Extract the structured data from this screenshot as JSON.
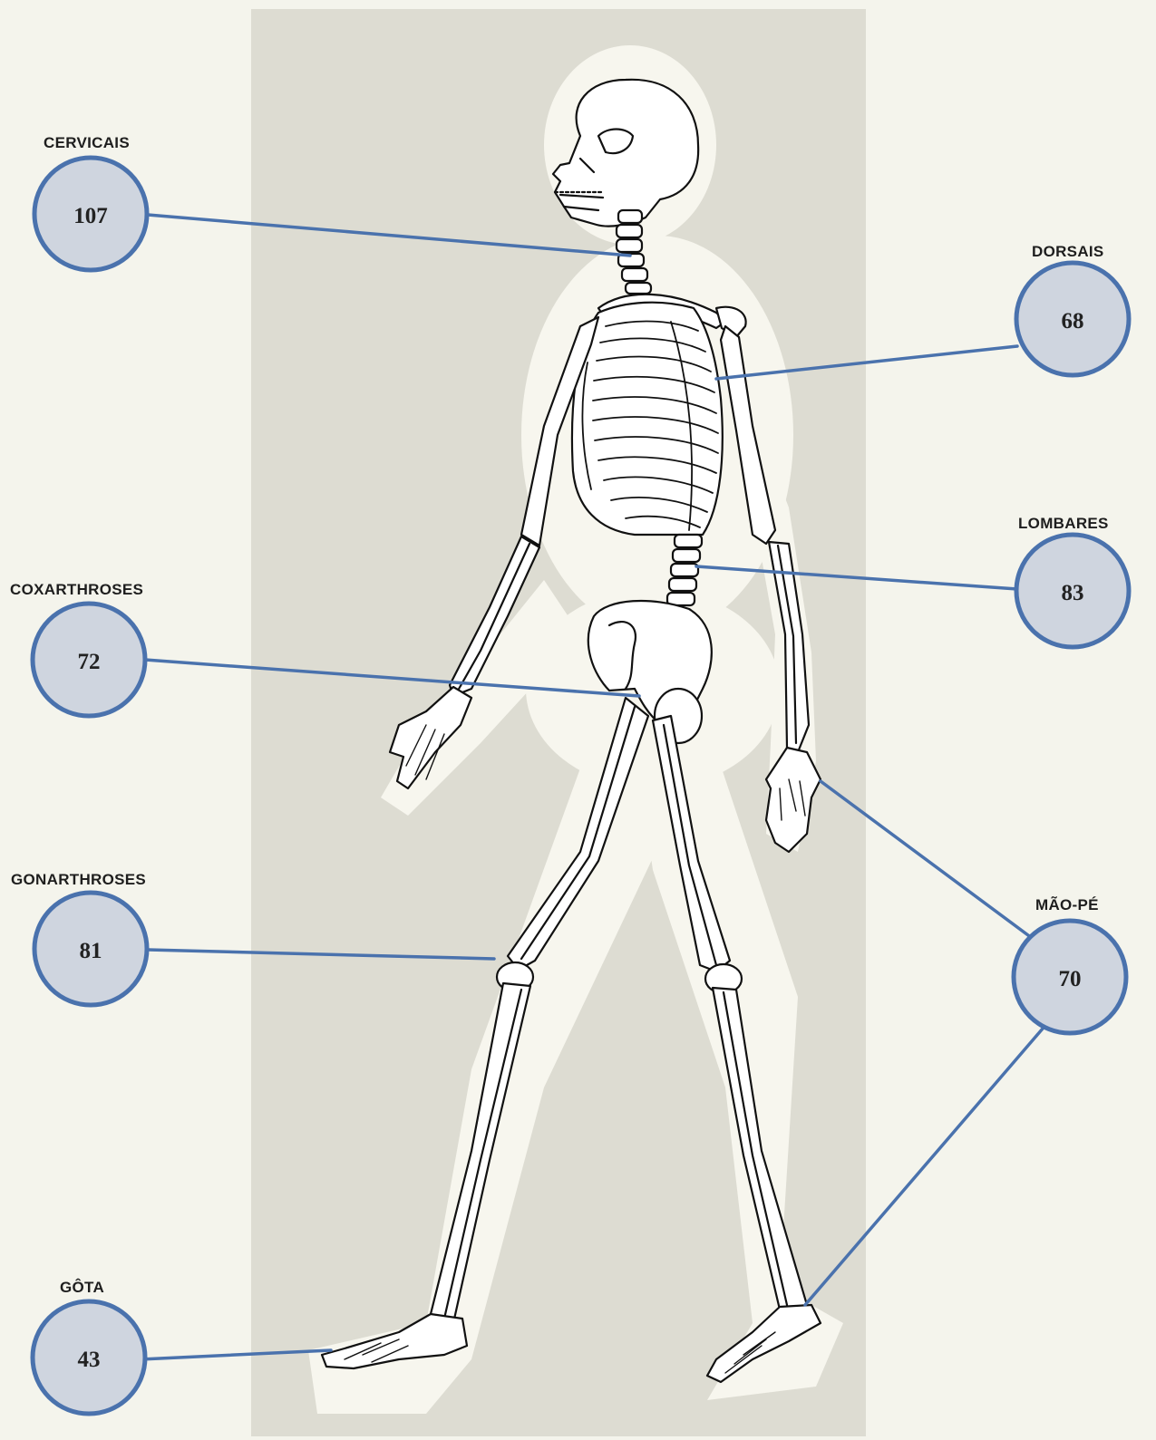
{
  "colors": {
    "page_background": "#f4f4ec",
    "panel_background": "#dddcd2",
    "halo": "#f7f6ee",
    "callout_line": "#4a72ad",
    "circle_fill": "#cfd5df",
    "circle_stroke": "#4a72ad"
  },
  "callouts": [
    {
      "id": "cervicais",
      "label": "CERVICAIS",
      "value": "107"
    },
    {
      "id": "dorsais",
      "label": "DORSAIS",
      "value": "68"
    },
    {
      "id": "lombares",
      "label": "LOMBARES",
      "value": "83"
    },
    {
      "id": "coxarthroses",
      "label": "COXARTHROSES",
      "value": "72"
    },
    {
      "id": "gonarthroses",
      "label": "GONARTHROSES",
      "value": "81"
    },
    {
      "id": "mao-pe",
      "label": "MÃO-PÉ",
      "value": "70"
    },
    {
      "id": "gota",
      "label": "GÔTA",
      "value": "43"
    }
  ]
}
